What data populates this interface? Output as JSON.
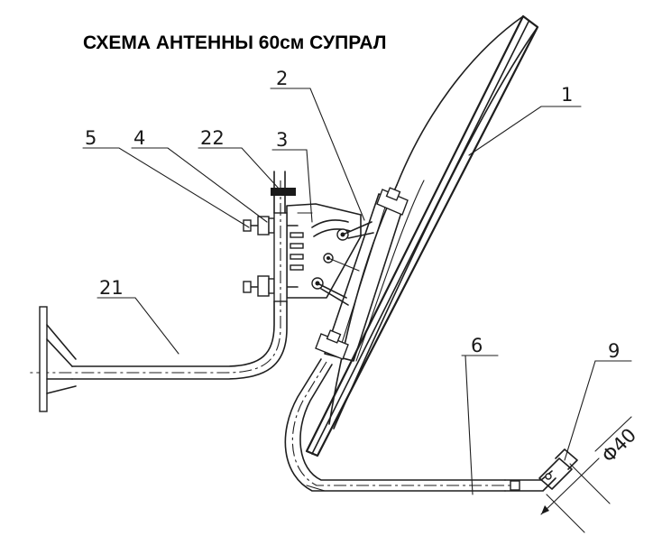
{
  "title": "СХЕМА АНТЕННЫ 60см СУПРАЛ",
  "callouts": {
    "c1": "1",
    "c2": "2",
    "c3": "3",
    "c4": "4",
    "c5": "5",
    "c6": "6",
    "c9": "9",
    "c21": "21",
    "c22": "22"
  },
  "dimension": "Φ40",
  "colors": {
    "line": "#1e1e1e",
    "background": "#ffffff"
  }
}
